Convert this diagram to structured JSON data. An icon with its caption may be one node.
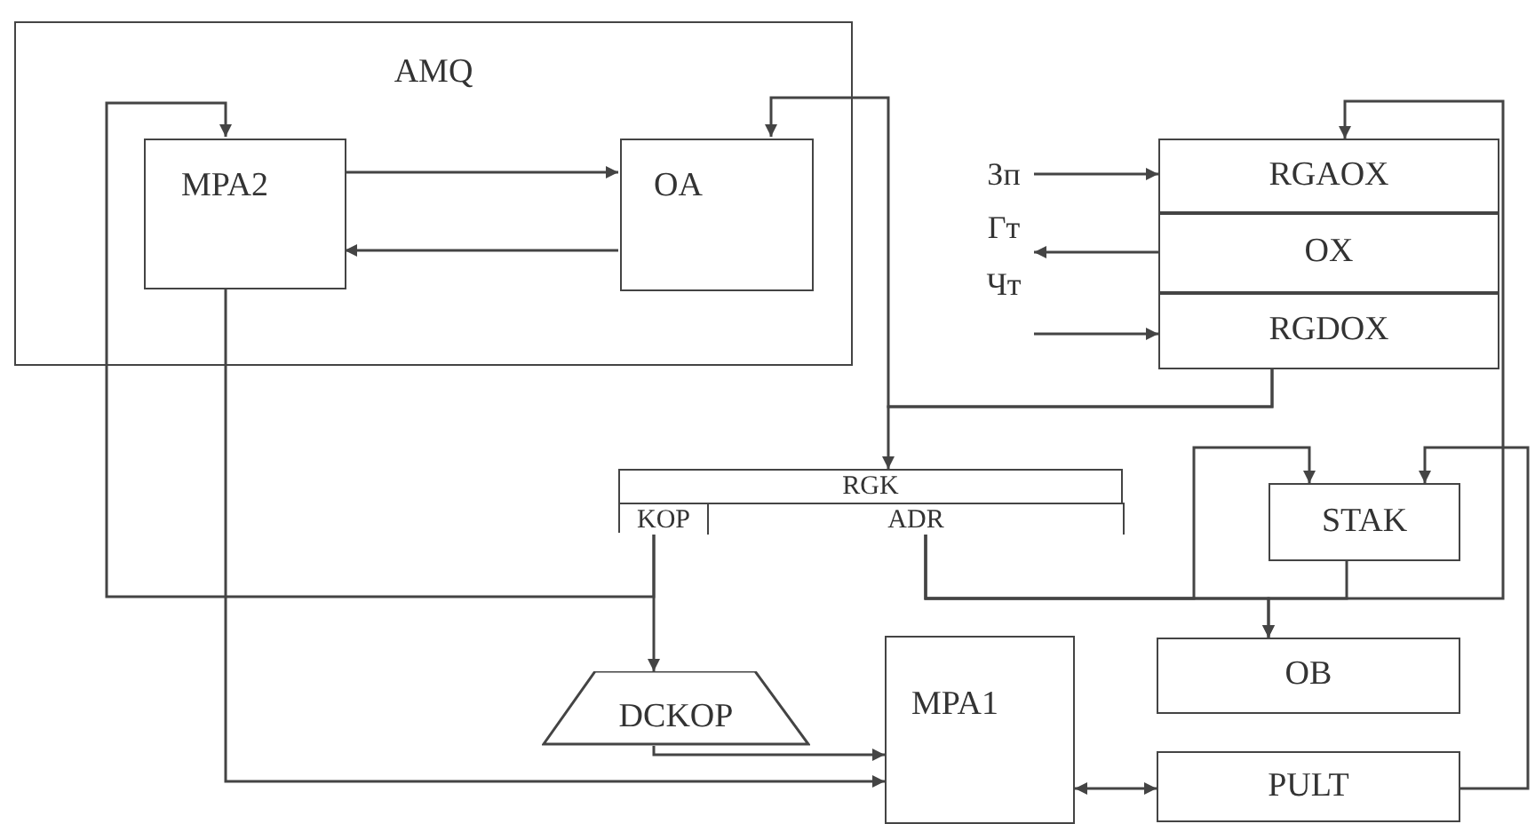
{
  "diagram": {
    "nodes": [
      {
        "text": [
          "AMQ"
        ]
      },
      {
        "text": [
          "MPA2"
        ],
        "in": 0
      },
      {
        "text": [
          "OA"
        ],
        "in": 0
      },
      {
        "text": [
          "Зп"
        ]
      },
      {
        "text": [
          "Гт"
        ]
      },
      {
        "text": [
          "Чт"
        ]
      },
      {
        "text": [
          "RGAOX"
        ]
      },
      {
        "text": [
          "OX"
        ]
      },
      {
        "text": [
          "RGDOX"
        ]
      },
      {
        "text": [
          "RGK"
        ]
      },
      {
        "text": [
          "KOP"
        ],
        "in": 9
      },
      {
        "text": [
          "ADR"
        ],
        "in": 9
      },
      {
        "text": [
          "STAK"
        ]
      },
      {
        "text": [
          "DCKOP"
        ]
      },
      {
        "text": [
          "MPA1"
        ]
      },
      {
        "text": [
          "OB"
        ]
      },
      {
        "text": [
          "PULT"
        ]
      }
    ],
    "edges": [
      {
        "from": 1,
        "to": 2,
        "arrow": "to"
      },
      {
        "from": 2,
        "to": 1,
        "arrow": "to"
      },
      {
        "from": 3,
        "to": 6,
        "arrow": "to"
      },
      {
        "from": 7,
        "to": 4,
        "arrow": "to"
      },
      {
        "from": 5,
        "to": 8,
        "arrow": "to"
      },
      {
        "from": 8,
        "to": 9,
        "arrow": "to"
      },
      {
        "from": 8,
        "to": 2,
        "arrow": "to"
      },
      {
        "from": 10,
        "to": 13,
        "arrow": "to"
      },
      {
        "from": 10,
        "to": 1,
        "arrow": "to"
      },
      {
        "from": 13,
        "to": 14,
        "arrow": "to"
      },
      {
        "from": 1,
        "to": 14,
        "arrow": "to"
      },
      {
        "from": 11,
        "to": 12,
        "arrow": "to"
      },
      {
        "from": 11,
        "to": 6,
        "arrow": "to"
      },
      {
        "from": 11,
        "to": 15,
        "arrow": "to"
      },
      {
        "from": 12,
        "to": 15,
        "arrow": "to"
      },
      {
        "from": 16,
        "to": 12,
        "arrow": "to"
      },
      {
        "from": 14,
        "to": 16,
        "arrow": "both"
      }
    ]
  }
}
